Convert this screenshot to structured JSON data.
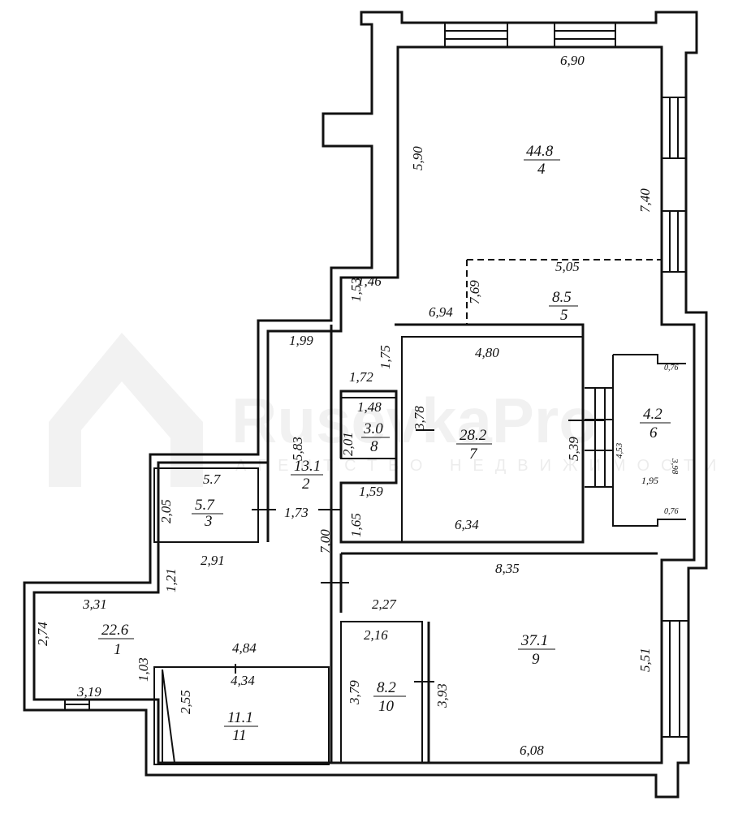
{
  "watermark": {
    "brand": "RusevkaPro",
    "tagline": "АГЕНТСТВО НЕДВИЖИМОСТИ"
  },
  "rooms": [
    {
      "number": "1",
      "area": "22.6"
    },
    {
      "number": "2",
      "area": "13.1"
    },
    {
      "number": "3",
      "area": "5.7"
    },
    {
      "number": "4",
      "area": "44.8"
    },
    {
      "number": "5",
      "area": "8.5"
    },
    {
      "number": "6",
      "area": "4.2"
    },
    {
      "number": "7",
      "area": "28.2"
    },
    {
      "number": "8",
      "area": "3.0"
    },
    {
      "number": "9",
      "area": "37.1"
    },
    {
      "number": "10",
      "area": "8.2"
    },
    {
      "number": "11",
      "area": "11.1"
    }
  ],
  "dims": {
    "r4_top": "6,90",
    "r4_left": "5,90",
    "r4_right": "7,40",
    "r5_top": "5,05",
    "r5_left": "7,69",
    "r5_bottom": "6,94",
    "c_146": "1,46",
    "c_153": "1,53",
    "c_199": "1,99",
    "c_175": "1,75",
    "c_172": "1,72",
    "r7_top": "4,80",
    "r7_right": "5,39",
    "r7_bottom": "6,34",
    "r8_top": "1,48",
    "r8_right": "3,78",
    "r8_left": "2,01",
    "r6_left": "4,53",
    "r6_right": "3,98",
    "r6_width": "1,95",
    "r6_top": "0,76",
    "r6_bottom": "0,76",
    "r2_left": "5,83",
    "r3_top": "5.7",
    "r3_left": "2,05",
    "r2_door": "1,73",
    "c_159": "1,59",
    "c_165": "1,65",
    "c_700": "7,00",
    "r3_bottom": "2,91",
    "c_121": "1,21",
    "r9_top": "8,35",
    "r9_left": "2,27",
    "r9_right": "5,51",
    "r9_bottom": "6,08",
    "r1_top": "3,31",
    "r1_left": "2,74",
    "r1_right": "1,03",
    "r1_bottom": "3,19",
    "r10_top": "2,16",
    "r10_left": "3,79",
    "r10_right": "3,93",
    "r11_top_outer": "4,84",
    "r11_top": "4,34",
    "r11_left": "2,55"
  }
}
